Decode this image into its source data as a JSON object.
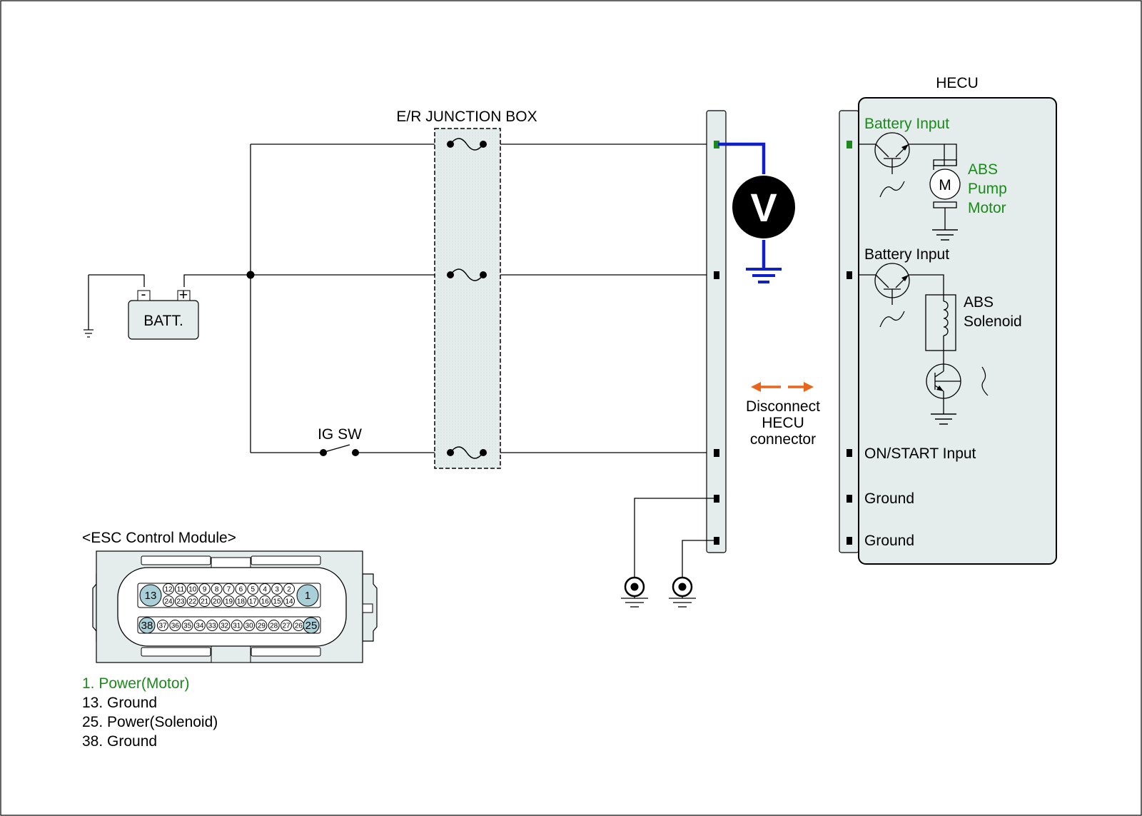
{
  "labels": {
    "junction_box": "E/R JUNCTION BOX",
    "hecu": "HECU",
    "battery": "BATT.",
    "battery_minus": "-",
    "battery_plus": "+",
    "ig_switch": "IG SW",
    "voltmeter": "V",
    "motor": "M",
    "disconnect_line1": "Disconnect",
    "disconnect_line2": "HECU",
    "disconnect_line3": "connector"
  },
  "hecu_pins": {
    "battery_input_motor": "Battery Input",
    "abs_pump_motor": [
      "ABS",
      "Pump",
      "Motor"
    ],
    "battery_input_solenoid": "Battery Input",
    "abs_solenoid": [
      "ABS",
      "Solenoid"
    ],
    "on_start_input": "ON/START Input",
    "ground_1": "Ground",
    "ground_2": "Ground"
  },
  "connector": {
    "title": "<ESC Control Module>",
    "top_row": [
      "13",
      "12",
      "11",
      "10",
      "9",
      "8",
      "7",
      "6",
      "5",
      "4",
      "3",
      "2",
      "1"
    ],
    "second_row": [
      "24",
      "23",
      "22",
      "21",
      "20",
      "19",
      "18",
      "17",
      "16",
      "15",
      "14"
    ],
    "bottom_row": [
      "38",
      "37",
      "36",
      "35",
      "34",
      "33",
      "32",
      "31",
      "30",
      "29",
      "28",
      "27",
      "26",
      "25"
    ]
  },
  "legend": [
    {
      "text": "1. Power(Motor)",
      "highlight": true
    },
    {
      "text": "13. Ground",
      "highlight": false
    },
    {
      "text": "25. Power(Solenoid)",
      "highlight": false
    },
    {
      "text": "38. Ground",
      "highlight": false
    }
  ],
  "colors": {
    "highlight_green": "#1a8a1a",
    "meter_lead_blue": "#1020c8",
    "arrow_orange": "#e8651c",
    "panel_fill": "#e4ecec",
    "pin_circle_fill": "#a9d0d8"
  }
}
